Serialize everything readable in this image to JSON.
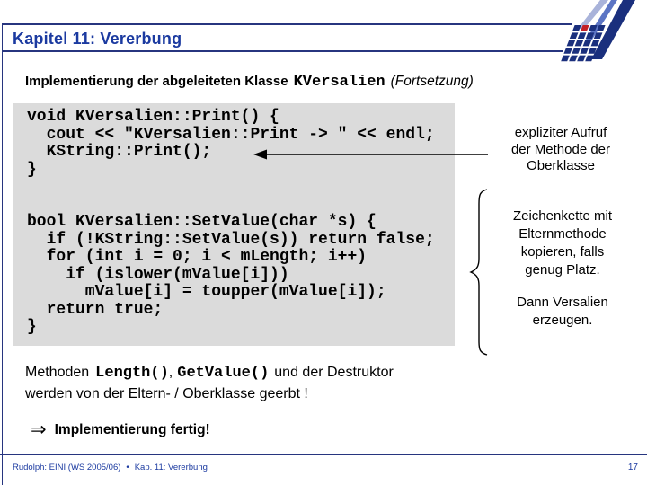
{
  "header": {
    "title": "Kapitel 11: Vererbung"
  },
  "title": {
    "text": "Implementierung der abgeleiteten Klasse",
    "code": "KVersalien",
    "suffix": "(Fortsetzung)"
  },
  "code": {
    "text": "void KVersalien::Print() {\n  cout << \"KVersalien::Print -> \" << endl;\n  KString::Print();\n}\n\n\nbool KVersalien::SetValue(char *s) {\n  if (!KString::SetValue(s)) return false;\n  for (int i = 0; i < mLength; i++)\n    if (islower(mValue[i]))\n      mValue[i] = toupper(mValue[i]);\n  return true;\n}"
  },
  "callouts": {
    "explicit_call": "expliziter Aufruf\nder Methode der\nOberklasse",
    "copy_string": "Zeichenkette mit\nElternmethode\nkopieren, falls\ngenug Platz.",
    "then_uppercase": "Dann Versalien\nerzeugen."
  },
  "note": {
    "prefix": "Methoden",
    "code1": "Length()",
    "separator": ",",
    "code2": "GetValue()",
    "suffix": "und der Destruktor",
    "line2": "werden von der Eltern- / Oberklasse geerbt !"
  },
  "conclusion": {
    "arrow": "⇒",
    "text": "Implementierung fertig!"
  },
  "footer": {
    "author": "Rudolph: EINI (WS 2005/06)",
    "bullet": "•",
    "chapter": "Kap. 11: Vererbung",
    "page": "17"
  },
  "logo_grid": {
    "rows": 5,
    "cols": 4,
    "red_row": 0,
    "red_col": 1
  },
  "colors": {
    "navy_text": "#1b3aa0",
    "line_navy": "#27357f",
    "code_bg": "#dbdbdb",
    "logo_navy": "#1a2f7d",
    "logo_red": "#c32026",
    "stripe_light": "#a9b3da",
    "stripe_mid": "#5b74c4",
    "arrow_black": "#000000"
  }
}
